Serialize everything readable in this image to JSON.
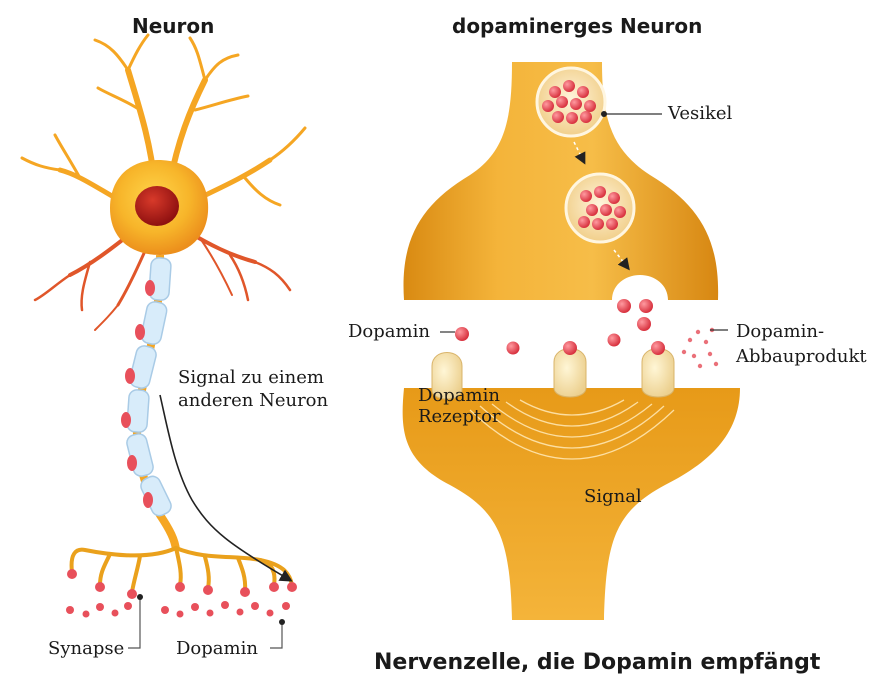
{
  "titles": {
    "left": "Neuron",
    "right": "dopaminerges Neuron",
    "caption": "Nervenzelle, die Dopamin empfängt"
  },
  "labels": {
    "signal_line1": "Signal zu einem",
    "signal_line2": "anderen Neuron",
    "synapse": "Synapse",
    "dopamin_left": "Dopamin",
    "vesikel": "Vesikel",
    "dopamin_right": "Dopamin",
    "abbau_line1": "Dopamin-",
    "abbau_line2": "Abbauprodukt",
    "rezeptor_line1": "Dopamin",
    "rezeptor_line2": "Rezeptor",
    "signal": "Signal"
  },
  "colors": {
    "neuron_orange": "#f5a623",
    "dendrite_red": "#e0562a",
    "nucleus": "#b01c1c",
    "myelin": "#d8ecfa",
    "terminal_gold": "#eaa11c",
    "dopamine_red": "#e8505b",
    "receptor_cream": "#f7e7b8"
  }
}
